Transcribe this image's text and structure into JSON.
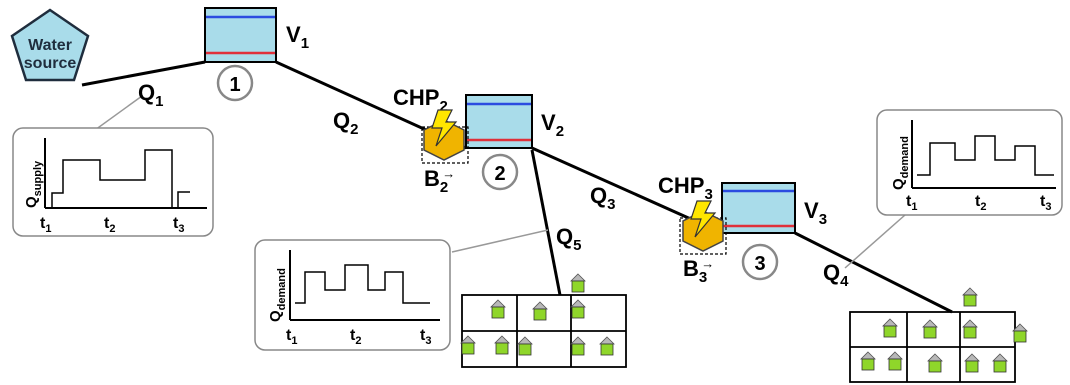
{
  "water_source": {
    "line1": "Water",
    "line2": "source"
  },
  "tanks": {
    "v1": {
      "base": "V",
      "sub": "1"
    },
    "v2": {
      "base": "V",
      "sub": "2"
    },
    "v3": {
      "base": "V",
      "sub": "3"
    }
  },
  "nodes": {
    "n1": "1",
    "n2": "2",
    "n3": "3"
  },
  "flows": {
    "q1": {
      "base": "Q",
      "sub": "1"
    },
    "q2": {
      "base": "Q",
      "sub": "2"
    },
    "q3": {
      "base": "Q",
      "sub": "3"
    },
    "q4": {
      "base": "Q",
      "sub": "4"
    },
    "q5": {
      "base": "Q",
      "sub": "5"
    }
  },
  "chp": {
    "chp2": {
      "base": "CHP",
      "sub": "2"
    },
    "chp3": {
      "base": "CHP",
      "sub": "3"
    }
  },
  "boosters": {
    "b2": {
      "base": "B",
      "sub": "2",
      "sup": "→"
    },
    "b3": {
      "base": "B",
      "sub": "3",
      "sup": "→"
    }
  },
  "plots": {
    "supply": {
      "ylabel_base": "Q",
      "ylabel_sub": "supply",
      "ticks": [
        {
          "base": "t",
          "sub": "1"
        },
        {
          "base": "t",
          "sub": "2"
        },
        {
          "base": "t",
          "sub": "3"
        }
      ]
    },
    "demand_mid": {
      "ylabel_base": "Q",
      "ylabel_sub": "demand",
      "ticks": [
        {
          "base": "t",
          "sub": "1"
        },
        {
          "base": "t",
          "sub": "2"
        },
        {
          "base": "t",
          "sub": "3"
        }
      ]
    },
    "demand_right": {
      "ylabel_base": "Q",
      "ylabel_sub": "demand",
      "ticks": [
        {
          "base": "t",
          "sub": "1"
        },
        {
          "base": "t",
          "sub": "2"
        },
        {
          "base": "t",
          "sub": "3"
        }
      ]
    }
  },
  "colors": {
    "pentagon": "#a9dcea",
    "tank_water": "#a9dcea",
    "upper_level": "#2b4be0",
    "lower_level": "#e0303a",
    "chp": "#f0b400",
    "lightning": "#ffe600",
    "house": "#8fd62a",
    "roof": "#b8b8b8"
  }
}
